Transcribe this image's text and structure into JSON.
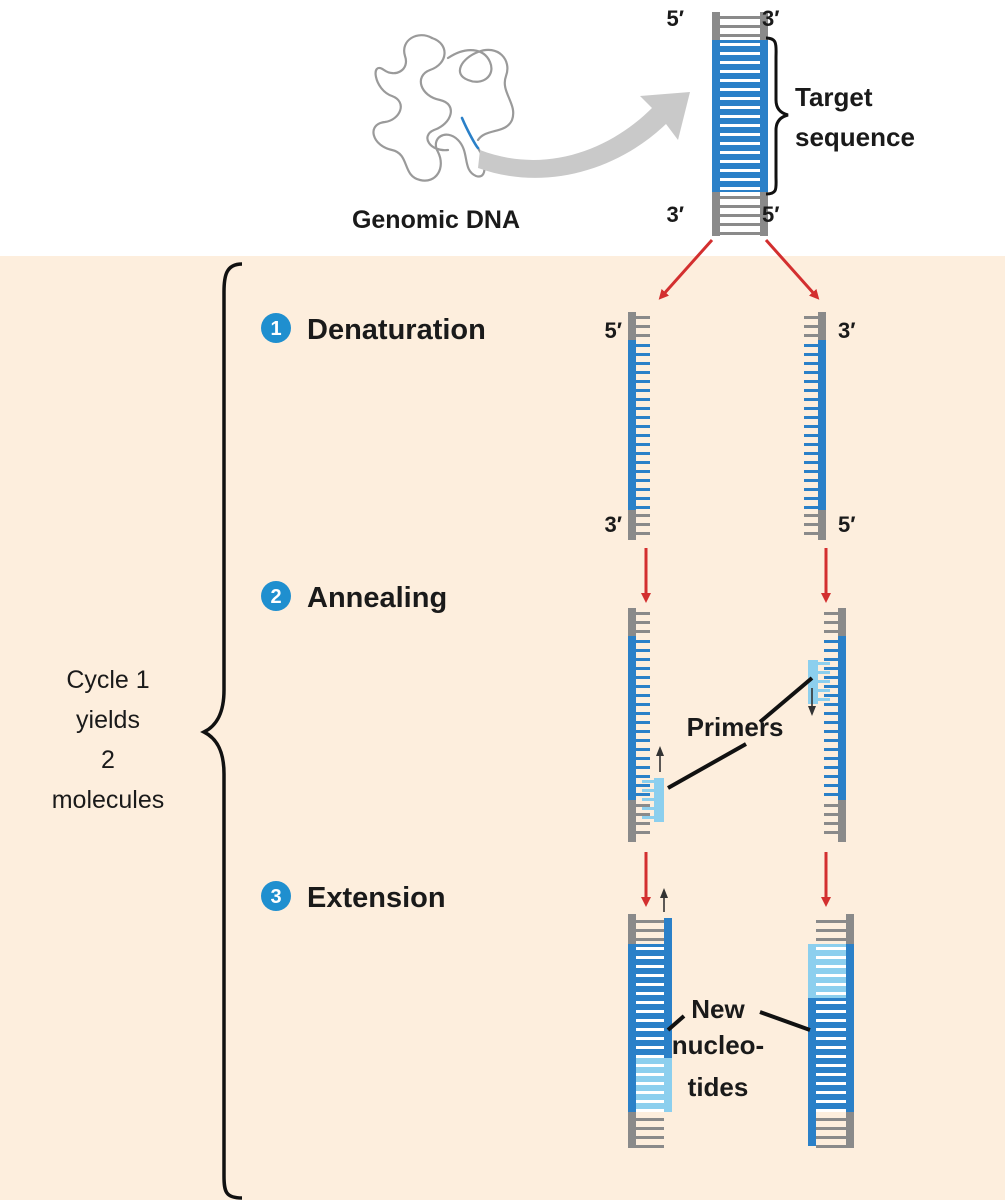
{
  "top": {
    "genomic_label": "Genomic DNA",
    "target_label_line1": "Target",
    "target_label_line2": "sequence",
    "end_top_left": "5′",
    "end_top_right": "3′",
    "end_bottom_left": "3′",
    "end_bottom_right": "5′"
  },
  "steps": [
    {
      "number": "1",
      "label": "Denaturation"
    },
    {
      "number": "2",
      "label": "Annealing"
    },
    {
      "number": "3",
      "label": "Extension"
    }
  ],
  "denatured": {
    "left_top": "5′",
    "left_bottom": "3′",
    "right_top": "3′",
    "right_bottom": "5′"
  },
  "annotations": {
    "primers": "Primers",
    "new_nucleotides_line1": "New",
    "new_nucleotides_line2": "nucleo-",
    "new_nucleotides_line3": "tides"
  },
  "cycle_label": {
    "line1": "Cycle 1",
    "line2": "yields",
    "line3": "2",
    "line4": "molecules"
  },
  "colors": {
    "background_cream": "#fdeedd",
    "dna_blue": "#2a80c8",
    "primer_light_blue": "#8ccfee",
    "strand_gray": "#8a8a8a",
    "arrow_red": "#d32f2f",
    "badge_blue": "#1f8fcf"
  }
}
